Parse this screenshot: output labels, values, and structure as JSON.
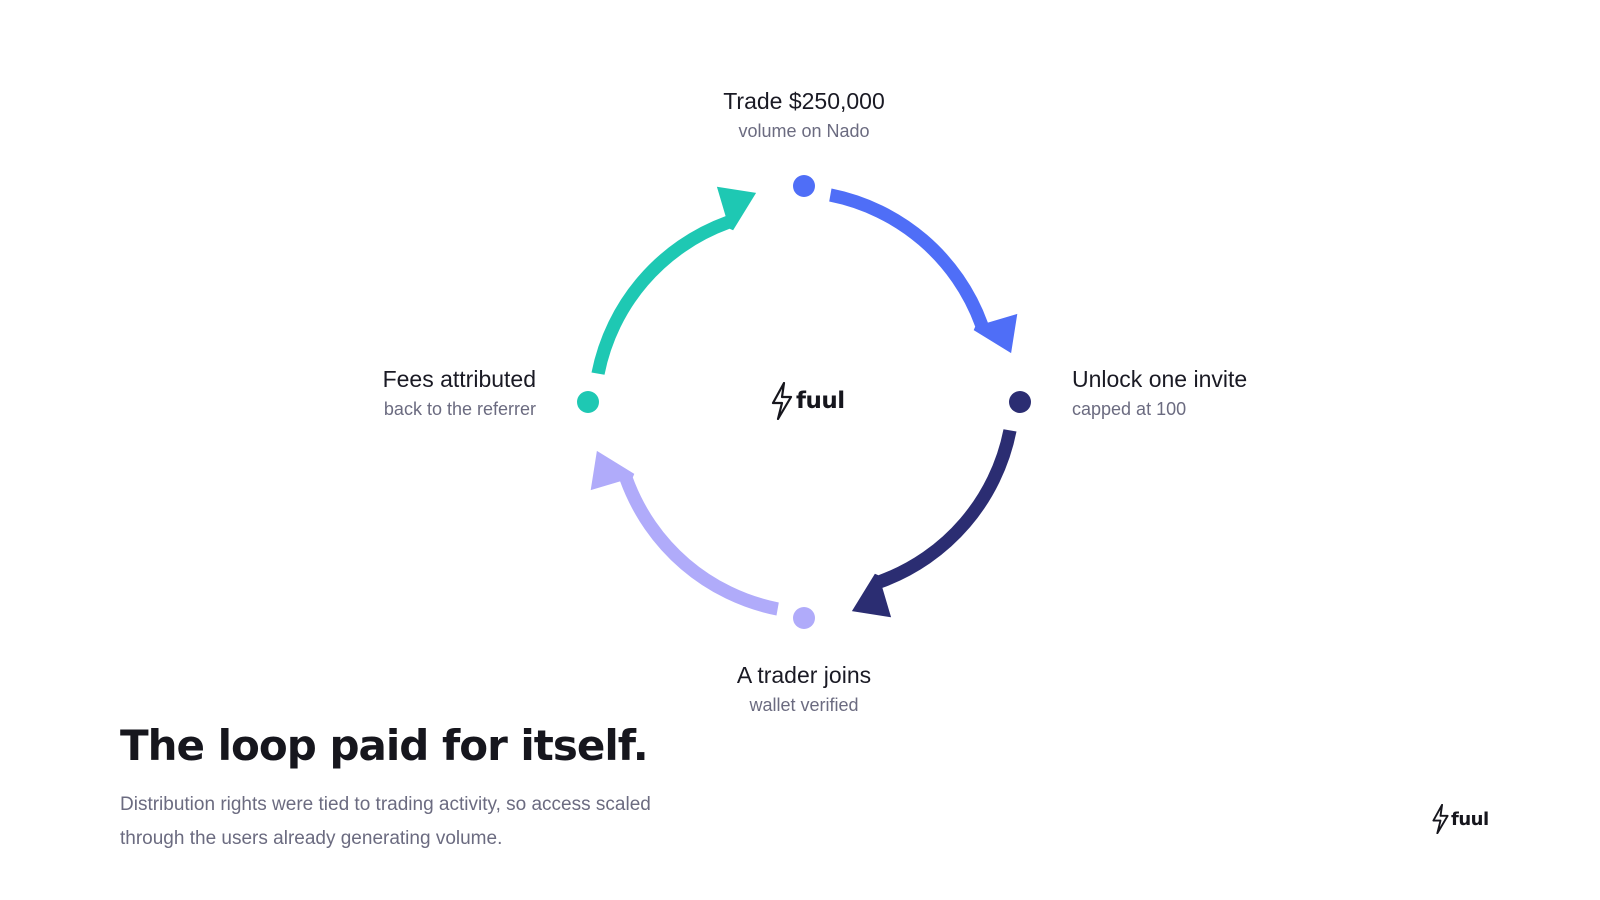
{
  "colors": {
    "blue": "#4f6ef7",
    "navy": "#2b2d72",
    "lavender": "#b0abfa",
    "teal": "#1ec8b3",
    "heading": "#16161d",
    "muted": "#6b6b80"
  },
  "diagram": {
    "nodes": [
      {
        "id": "trade",
        "title": "Trade $250,000",
        "subtitle": "volume on Nado",
        "color": "#4f6ef7"
      },
      {
        "id": "unlock",
        "title": "Unlock one invite",
        "subtitle": "capped at 100",
        "color": "#2b2d72"
      },
      {
        "id": "join",
        "title": "A trader joins",
        "subtitle": "wallet verified",
        "color": "#b0abfa"
      },
      {
        "id": "fees",
        "title": "Fees attributed",
        "subtitle": "back to the referrer",
        "color": "#1ec8b3"
      }
    ],
    "arrows": [
      {
        "from": "trade",
        "to": "unlock",
        "color": "#4f6ef7"
      },
      {
        "from": "unlock",
        "to": "join",
        "color": "#2b2d72"
      },
      {
        "from": "join",
        "to": "fees",
        "color": "#b0abfa"
      },
      {
        "from": "fees",
        "to": "trade",
        "color": "#1ec8b3"
      }
    ]
  },
  "brand": {
    "name": "fuul",
    "icon": "lightning-bolt-icon"
  },
  "footer": {
    "headline": "The loop paid for itself.",
    "body": "Distribution rights were tied to trading activity, so access scaled through the users already generating volume."
  }
}
